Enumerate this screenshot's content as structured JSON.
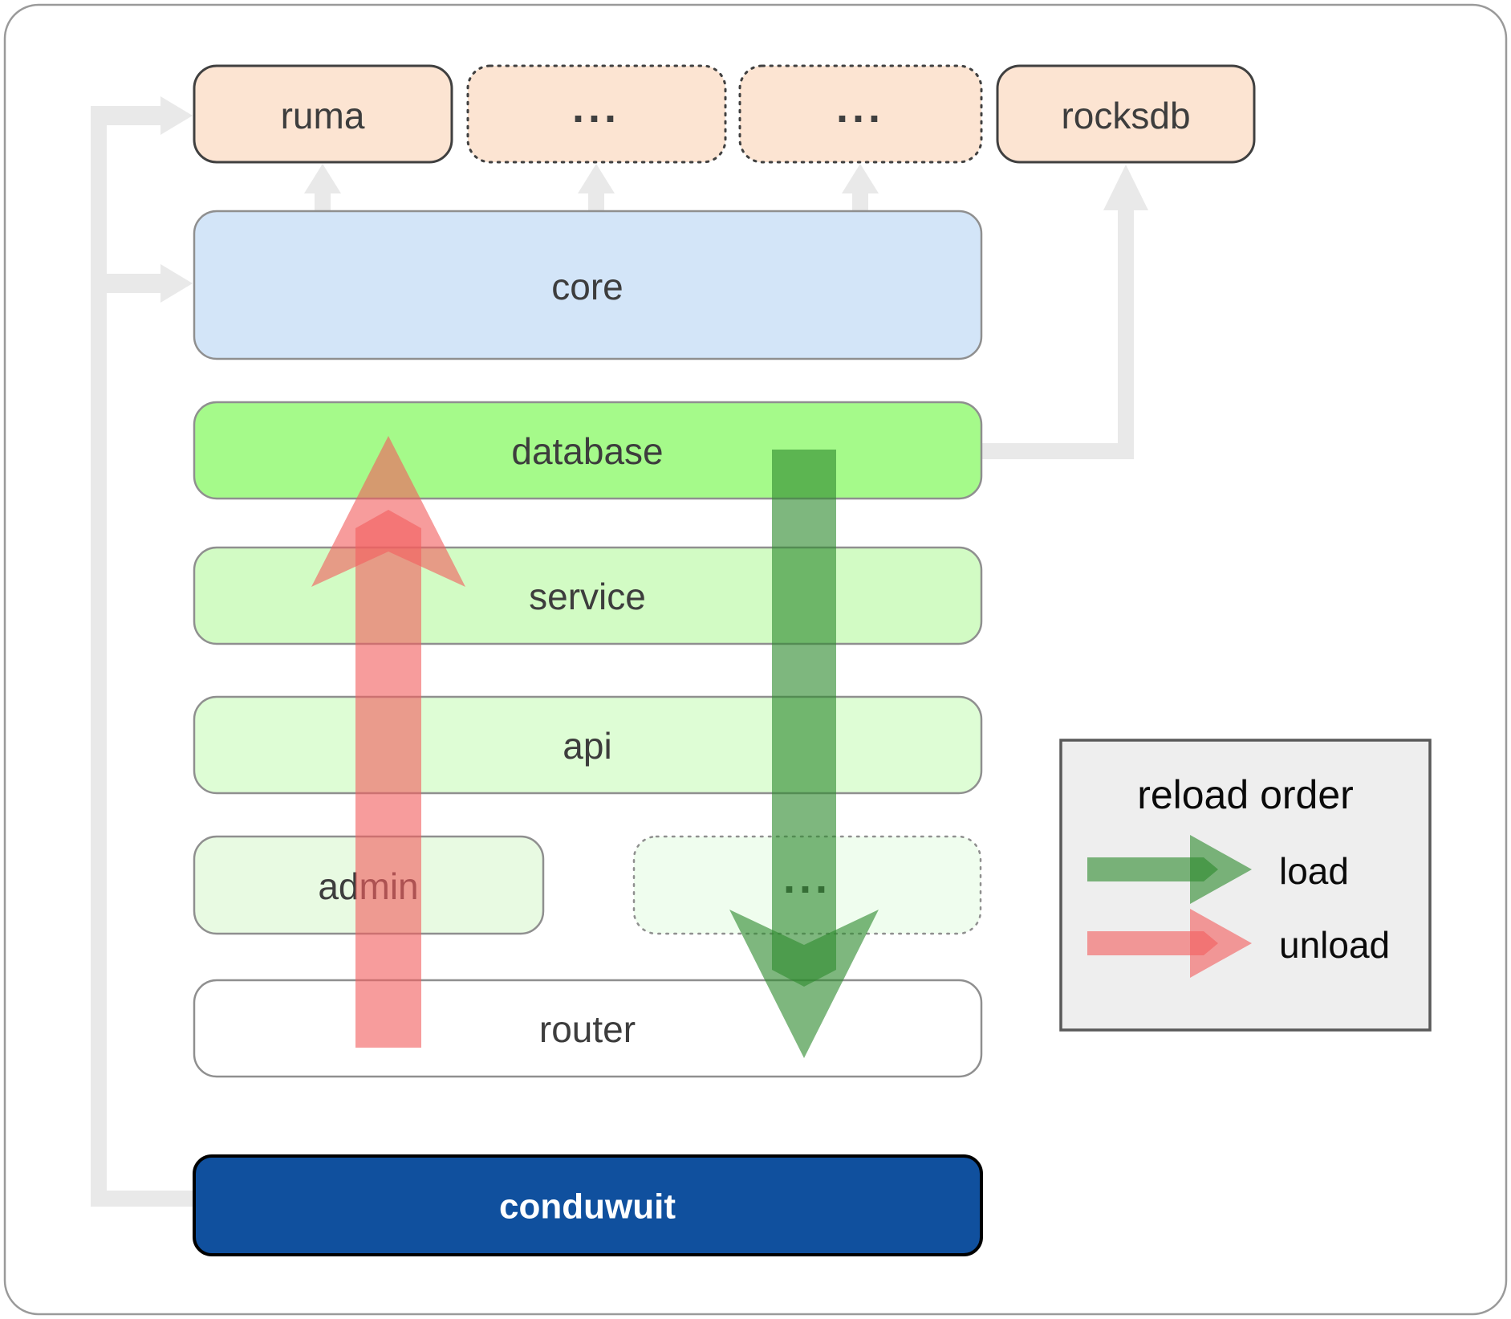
{
  "nodes": {
    "ruma": "ruma",
    "dots_top_1": "...",
    "dots_top_2": "...",
    "rocksdb": "rocksdb",
    "core": "core",
    "database": "database",
    "service": "service",
    "api": "api",
    "admin": "admin",
    "dots_admin": "...",
    "router": "router",
    "conduwuit": "conduwuit"
  },
  "legend": {
    "title": "reload order",
    "load_label": "load",
    "unload_label": "unload"
  },
  "colors": {
    "module_fill": "#fce4d2",
    "core_fill": "#d3e5f8",
    "database_fill": "#a5fa8a",
    "service_fill": "#d2fbc4",
    "api_fill": "#defdd5",
    "admin_fill": "#e8fae2",
    "admin_dots_fill": "#effdee",
    "router_fill": "#ffffff",
    "conduwuit_fill": "#10509e",
    "connector_gray": "#e9e9e9",
    "load_green": "#2e8b2e",
    "unload_red": "#f26060",
    "legend_bg": "#eeeeee"
  }
}
